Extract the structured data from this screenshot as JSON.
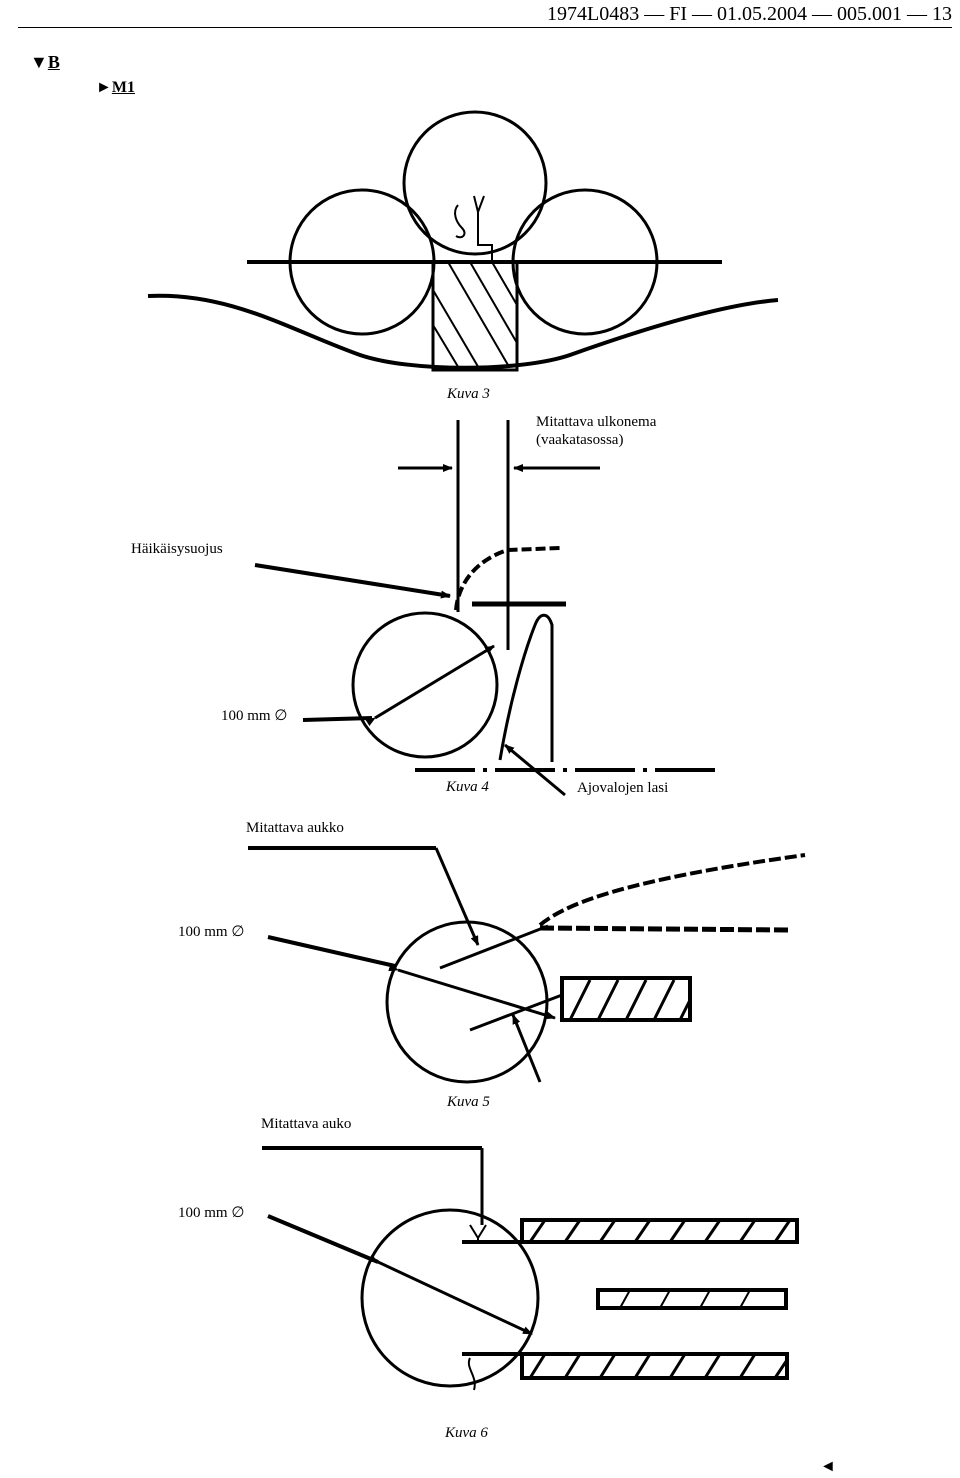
{
  "header": {
    "doc_id": "1974L0483",
    "lang": "FI",
    "date": "01.05.2004",
    "version": "005.001",
    "page": "13"
  },
  "markers": {
    "b_label": "B",
    "m1_label": "M1",
    "end_symbol": "◄"
  },
  "figure3": {
    "caption": "Kuva 3"
  },
  "figure4": {
    "caption": "Kuva 4",
    "label_projection_line1": "Mitattava    ulkonema",
    "label_projection_line2": "(vaakatasossa)",
    "label_shield": "Häikäisysuojus",
    "label_diameter": "100 mm ∅",
    "label_glass": "Ajovalojen lasi"
  },
  "figure5": {
    "caption": "Kuva 5",
    "label_opening": "Mitattava aukko",
    "label_diameter": "100 mm ∅"
  },
  "figure6": {
    "caption": "Kuva 6",
    "label_opening": "Mitattava auko",
    "label_diameter": "100 mm ∅"
  }
}
